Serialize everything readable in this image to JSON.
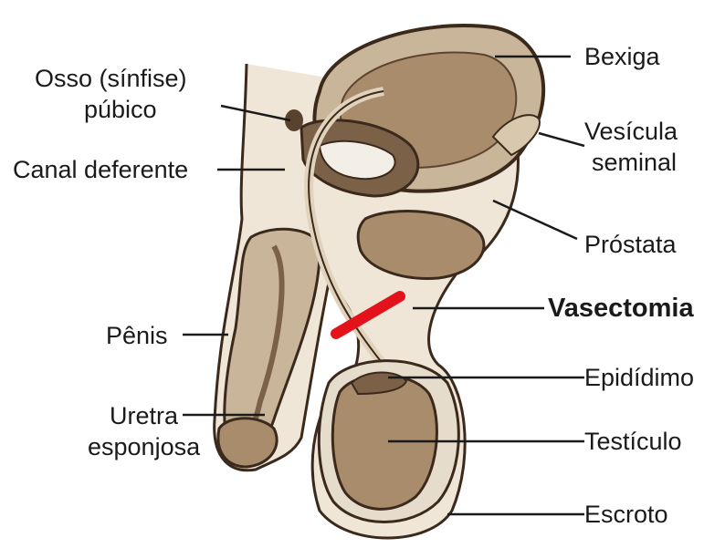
{
  "labels": {
    "bexiga": "Bexiga",
    "osso_line1": "Osso (sínfise)",
    "osso_line2": "púbico",
    "vesicula_line1": "Vesícula",
    "vesicula_line2": "seminal",
    "canal": "Canal deferente",
    "prostata": "Próstata",
    "vasectomia": "Vasectomia",
    "penis": "Pênis",
    "epididimo": "Epidídimo",
    "uretra_line1": "Uretra",
    "uretra_line2": "esponjosa",
    "testiculo": "Testículo",
    "escroto": "Escroto"
  },
  "colors": {
    "tissue": "#c9b59a",
    "tissue_dark": "#7a6148",
    "outline": "#3b2a1c",
    "skin": "#e6dccb",
    "cut": "#e3121b",
    "label": "#1a1a1a"
  }
}
